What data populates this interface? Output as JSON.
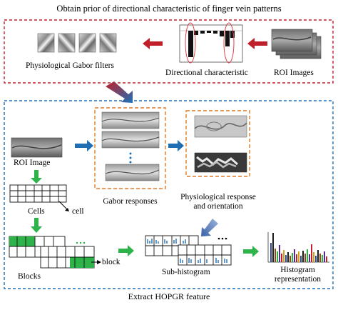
{
  "title": "Obtain prior of directional characteristic of finger vein patterns",
  "top_panel": {
    "gabor_label": "Physiological Gabor filters",
    "directional_label": "Directional characteristic",
    "roi_label": "ROI Images"
  },
  "bottom_panel": {
    "roi_label": "ROI Image",
    "gabor_responses_label": "Gabor responses",
    "physio_label_line1": "Physiological response",
    "physio_label_line2": "and orientation",
    "cells_label": "Cells",
    "cell_label": "cell",
    "blocks_label": "Blocks",
    "block_label": "block",
    "subhist_label": "Sub-histogram",
    "hist_label_line1": "Histogram",
    "hist_label_line2": "representation",
    "footer": "Extract HOPGR feature"
  },
  "colors": {
    "red_dashed": "#c0202a",
    "blue_dashed": "#1f6fb5",
    "orange_dashed": "#e07a25",
    "blue_arrow": "#1f6fb5",
    "red_arrow": "#c0202a",
    "green": "#2db34a"
  }
}
